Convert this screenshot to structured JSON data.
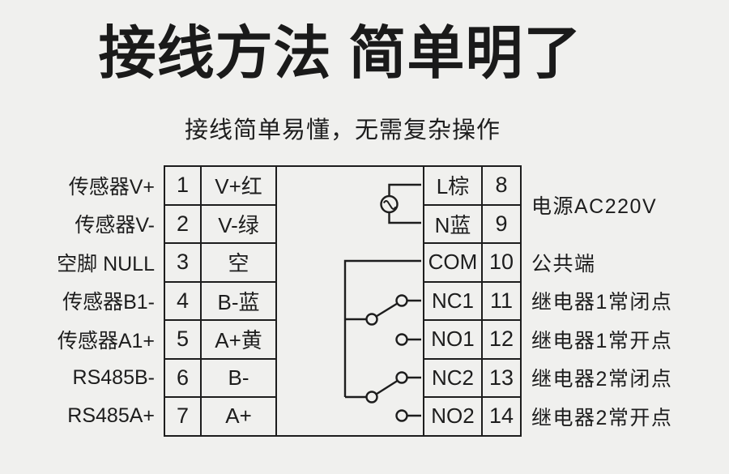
{
  "colors": {
    "background": "#f0f0ee",
    "ink": "#1d1d1d"
  },
  "header": {
    "title": "接线方法 简单明了",
    "subtitle": "接线简单易懂，无需复杂操作"
  },
  "wiring_table": {
    "rows": [
      {
        "l_out": "传感器V+",
        "l_num": "1",
        "l_lbl": "V+红",
        "r_lbl": "L棕",
        "r_num": "8",
        "r_out": "电源AC220V"
      },
      {
        "l_out": "传感器V-",
        "l_num": "2",
        "l_lbl": "V-绿",
        "r_lbl": "N蓝",
        "r_num": "9"
      },
      {
        "l_out": "空脚 NULL",
        "l_num": "3",
        "l_lbl": "空",
        "r_lbl": "COM",
        "r_num": "10",
        "r_out": "公共端"
      },
      {
        "l_out": "传感器B1-",
        "l_num": "4",
        "l_lbl": "B-蓝",
        "r_lbl": "NC1",
        "r_num": "11",
        "r_out": "继电器1常闭点"
      },
      {
        "l_out": "传感器A1+",
        "l_num": "5",
        "l_lbl": "A+黄",
        "r_lbl": "NO1",
        "r_num": "12",
        "r_out": "继电器1常开点"
      },
      {
        "l_out": "RS485B-",
        "l_num": "6",
        "l_lbl": "B-",
        "r_lbl": "NC2",
        "r_num": "13",
        "r_out": "继电器2常闭点"
      },
      {
        "l_out": "RS485A+",
        "l_num": "7",
        "l_lbl": "A+",
        "r_lbl": "NO2",
        "r_num": "14",
        "r_out": "继电器2常开点"
      }
    ]
  },
  "circuit": {
    "icons": {
      "ac_source": "ac-source-icon",
      "relay1_switch": "relay-1-spdt-switch-icon",
      "relay2_switch": "relay-2-spdt-switch-icon"
    }
  }
}
